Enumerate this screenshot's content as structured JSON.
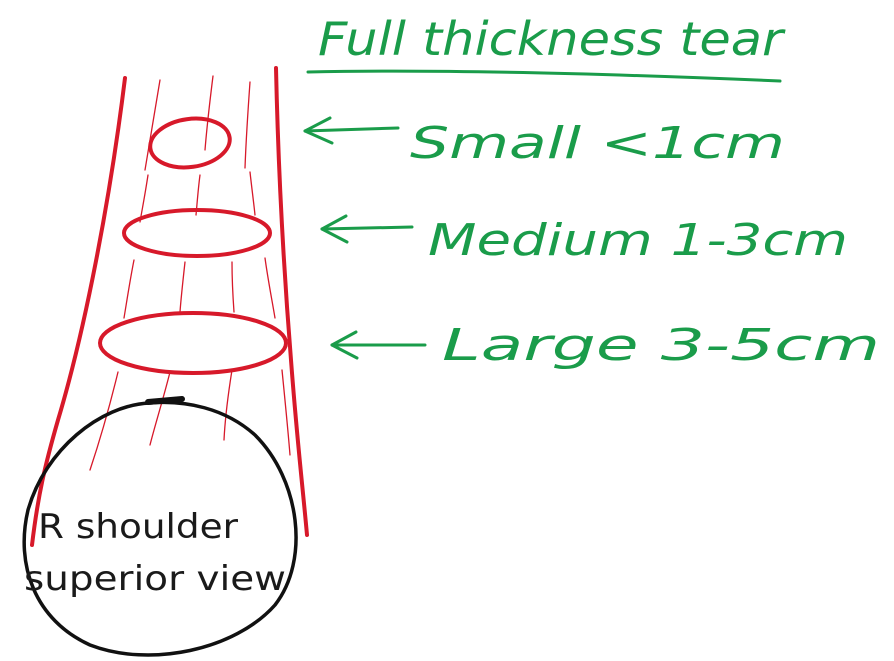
{
  "title": "Full thickness tear",
  "labels": {
    "small": "Small <1cm",
    "medium": "Medium 1-3cm",
    "large": "Large 3-5cm"
  },
  "caption": {
    "line1": "R shoulder",
    "line2": "superior view"
  },
  "colors": {
    "red": "#d7192a",
    "green": "#1a9c4a",
    "black": "#111111"
  }
}
